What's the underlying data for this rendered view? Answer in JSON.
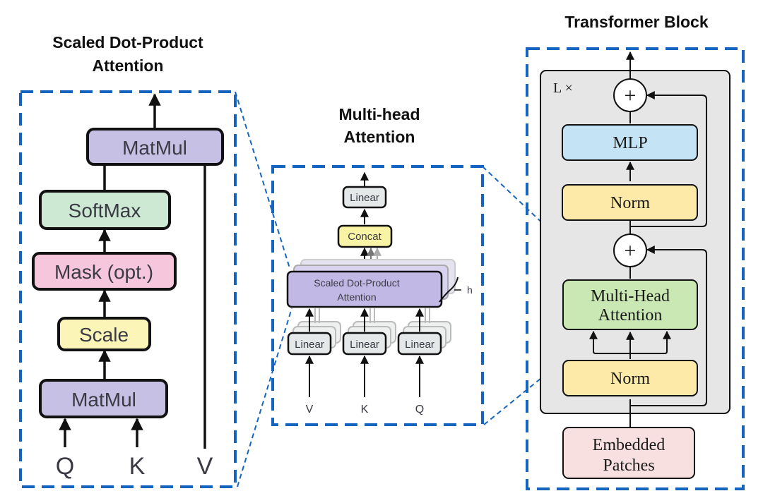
{
  "panels": {
    "sdpa": {
      "title_line1": "Scaled Dot-Product",
      "title_line2": "Attention",
      "blocks": {
        "matmul_top": "MatMul",
        "softmax": "SoftMax",
        "mask": "Mask (opt.)",
        "scale": "Scale",
        "matmul_bottom": "MatMul"
      },
      "inputs": {
        "q": "Q",
        "k": "K",
        "v": "V"
      }
    },
    "mha": {
      "title_line1": "Multi-head",
      "title_line2": "Attention",
      "blocks": {
        "linear_out": "Linear",
        "concat": "Concat",
        "sdpa_line1": "Scaled Dot-Product",
        "sdpa_line2": "Attention",
        "linear_v": "Linear",
        "linear_k": "Linear",
        "linear_q": "Linear"
      },
      "heads_label": "h",
      "inputs": {
        "v": "V",
        "k": "K",
        "q": "Q"
      }
    },
    "transformer": {
      "title": "Transformer Block",
      "repeat_label": "L ×",
      "blocks": {
        "mlp": "MLP",
        "norm_top": "Norm",
        "mha_line1": "Multi-Head",
        "mha_line2": "Attention",
        "norm_bottom": "Norm",
        "embed_line1": "Embedded",
        "embed_line2": "Patches"
      },
      "add_symbol": "+"
    }
  },
  "colors": {
    "dash_blue": "#1565c0",
    "matmul": "#c6c0e4",
    "softmax": "#cde9d4",
    "mask": "#f6c7dc",
    "scale": "#fbf6b8",
    "linear": "#e4e8e8",
    "concat": "#f9f3a6",
    "sdpa_purple": "#c2b8e6",
    "mlp": "#c4e3f5",
    "norm": "#fde9a8",
    "mha_green": "#c9e8b3",
    "embed": "#f9e0e0",
    "block_bg": "#e6e6e6"
  }
}
